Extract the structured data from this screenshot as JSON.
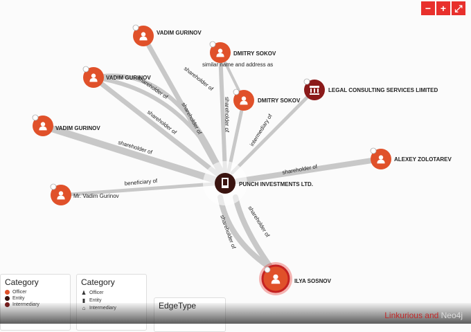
{
  "controls": {
    "zoom_out": "−",
    "zoom_in": "+",
    "fullscreen": "⤢"
  },
  "nodes": {
    "vadim1": "VADIM GURINOV",
    "sokov1": "DMITRY SOKOV",
    "vadim2": "VADIM GURINOV",
    "sokov2": "DMITRY SOKOV",
    "legal": "LEGAL CONSULTING SERVICES LIMITED",
    "vadim3": "VADIM GURINOV",
    "alexey": "ALEXEY ZOLOTAREV",
    "mrvadim": "Mr. Vadim Gurinov",
    "punch": "PUNCH INVESTMENTS LTD.",
    "ilya": "ILYA SOSNOV"
  },
  "edges": {
    "similar": "similar name and address as",
    "sh_v2_arc": "shareholder of",
    "sh_v1": "shareholder of",
    "sh_v2_arc2": "shareholder of",
    "sh_v2": "shareholder of",
    "sh_sokov": "shareholder of",
    "intermediary": "intermediary of",
    "sh_v3": "shareholder of",
    "sh_alexey": "shareholder of",
    "beneficiary": "beneficiary of",
    "sh_ilya1": "shareholder of",
    "sh_ilya2": "shareholder of"
  },
  "legend_colors": {
    "title": "Category",
    "items": [
      {
        "label": "Officer",
        "color": "#e0512a"
      },
      {
        "label": "Entity",
        "color": "#3a1410"
      },
      {
        "label": "Intermediary",
        "color": "#7a1a1a"
      }
    ]
  },
  "legend_icons": {
    "title": "Category",
    "items": [
      {
        "label": "Officer",
        "icon": "person-icon"
      },
      {
        "label": "Entity",
        "icon": "building-icon"
      },
      {
        "label": "Intermediary",
        "icon": "bank-icon"
      }
    ]
  },
  "legend_edges": {
    "title": "EdgeType"
  },
  "brand": {
    "part1": "Linkurious and ",
    "part2": "Neo4j"
  },
  "colors": {
    "officer": "#e0512a",
    "entity": "#3a1410",
    "intermediary": "#8b1a1a",
    "accent": "#e8302c"
  }
}
